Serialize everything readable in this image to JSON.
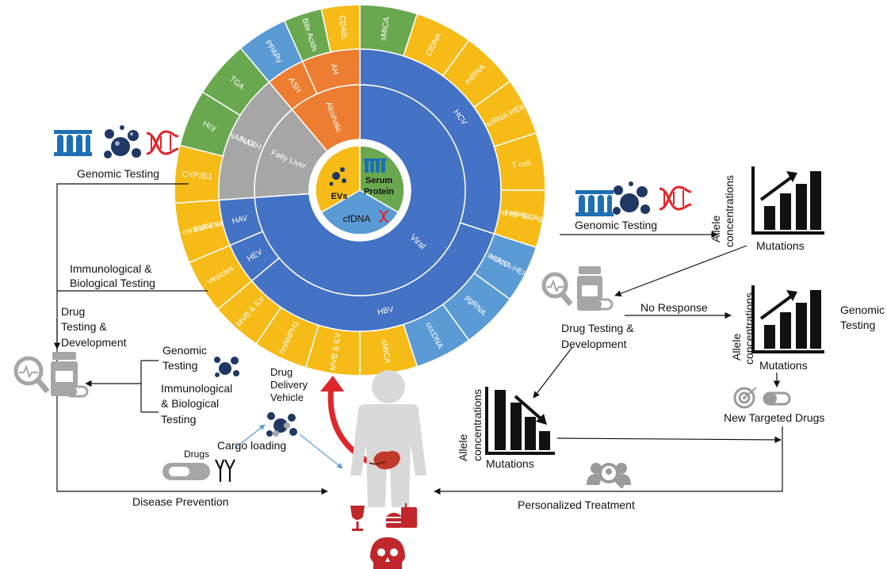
{
  "colors": {
    "blue": "#4472c4",
    "lightblue": "#5b9bd5",
    "yellow": "#f6bb17",
    "green": "#6aa84f",
    "gray": "#a6a6a6",
    "orange": "#ed7d31",
    "red": "#e0262c",
    "dark": "#1f2a4a"
  },
  "wheel": {
    "center": {
      "evs": "EVs",
      "serum": [
        "Serum",
        "Protein"
      ],
      "cfdna": "cfDNA"
    },
    "middle": {
      "viral": "Viral",
      "fatty_liver": "Fatty Liver",
      "alcoholic": "Alcoholic"
    },
    "inner": {
      "hcv": "HCV",
      "hbv": "HBV",
      "hev": "HEV",
      "hav": "HAV",
      "nafld": [
        "NAFLD/",
        "NASH"
      ],
      "ash": "ASH",
      "ah": "AH"
    },
    "outer": [
      {
        "label": "sMICA",
        "color": "green"
      },
      {
        "label": "CfDNA",
        "color": "yellow"
      },
      {
        "label": "miRNA",
        "color": "yellow"
      },
      {
        "label": "lncRNA-HEIH",
        "color": "yellow"
      },
      {
        "label": "T cell",
        "color": "yellow"
      },
      {
        "label": "HSP90, Ago2 and mir-122",
        "color": "yellow"
      },
      {
        "label": "lncRNA-HEIH & HULC",
        "color": "lightblue"
      },
      {
        "label": "pgRNA",
        "color": "lightblue"
      },
      {
        "label": "cccDNA",
        "color": "lightblue"
      },
      {
        "label": "sMICA",
        "color": "yellow"
      },
      {
        "label": "MVB & ILV",
        "color": "yellow"
      },
      {
        "label": "hnRNPH1",
        "color": "yellow"
      },
      {
        "label": "MVB & ILV",
        "color": "yellow"
      },
      {
        "label": "Vesicles",
        "color": "yellow"
      },
      {
        "label": "C16:0 ceramide and S1P EVs",
        "color": "yellow"
      },
      {
        "label": "CYP2E1",
        "color": "yellow"
      },
      {
        "label": "Hcy",
        "color": "green"
      },
      {
        "label": "TGA",
        "color": "green"
      },
      {
        "label": "PPARγ",
        "color": "lightblue"
      },
      {
        "label": "Bile Acids",
        "color": "green"
      },
      {
        "label": "CD40L",
        "color": "yellow"
      }
    ]
  },
  "left": {
    "genomic_testing": "Genomic Testing",
    "immunological": [
      "Immunological &",
      "Biological Testing"
    ],
    "drug_testing": [
      "Drug",
      "Testing &",
      "Development"
    ],
    "bracket_genomic": [
      "Genomic",
      "Testing"
    ],
    "bracket_immuno": [
      "Immunological",
      "& Biological",
      "Testing"
    ],
    "disease_prevention": "Disease Prevention"
  },
  "center_bottom": {
    "drug_delivery": [
      "Drug",
      "Delivery",
      "Vehicle"
    ],
    "drugs": "Drugs",
    "cargo_loading": "Cargo loading"
  },
  "right": {
    "genomic_testing": "Genomic Testing",
    "genomic_testing_2": [
      "Genomic",
      "Testing"
    ],
    "allele": "Allele",
    "concentrations": "concentrations",
    "mutations": "Mutations",
    "no_response": "No Response",
    "drug_testing": [
      "Drug Testing &",
      "Development"
    ],
    "new_targeted": "New Targeted Drugs",
    "personalized": "Personalized Treatment"
  }
}
